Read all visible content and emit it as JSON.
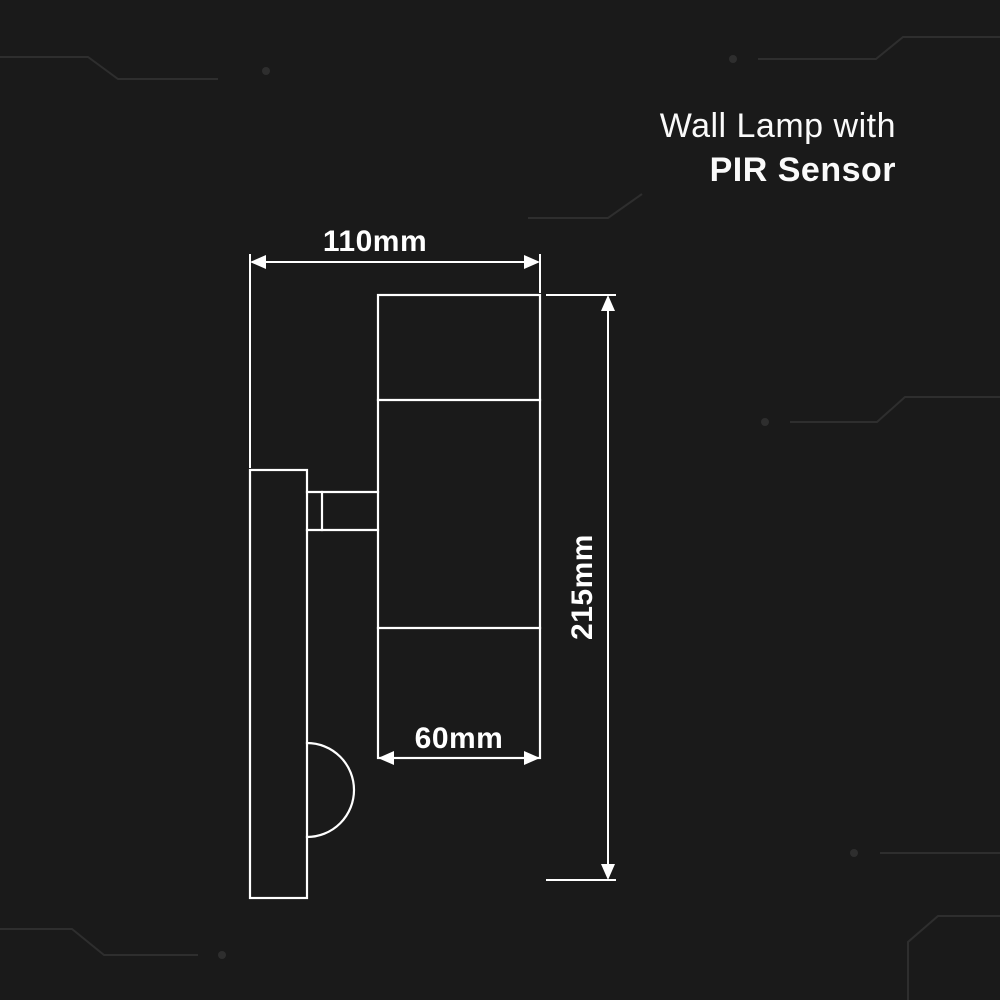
{
  "title": {
    "line1": "Wall Lamp with",
    "line2": "PIR Sensor"
  },
  "drawing": {
    "dimensions": {
      "overall_width": "110mm",
      "overall_height": "215mm",
      "body_diameter": "60mm"
    }
  },
  "colors": {
    "background": "#1a1a1a",
    "drawing_line": "#ffffff",
    "trace_line": "#2e2e2e",
    "text": "#ffffff"
  }
}
